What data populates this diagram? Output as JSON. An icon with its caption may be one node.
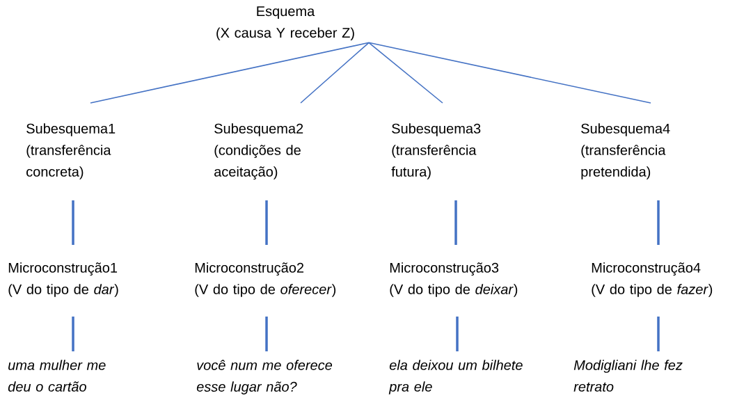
{
  "diagram": {
    "nodes": [
      {
        "text": [
          "Esquema",
          "(X causa Y receber Z)"
        ]
      },
      {
        "text": [
          "Subesquema1",
          "(transferência concreta)"
        ]
      },
      {
        "text": [
          "Subesquema2",
          "(condições de aceitação)"
        ]
      },
      {
        "text": [
          "Subesquema3",
          "(transferência futura)"
        ]
      },
      {
        "text": [
          "Subesquema4",
          "(transferência pretendida)"
        ]
      },
      {
        "text": [
          "Microconstrução1",
          "(V do tipo de *dar*)"
        ]
      },
      {
        "text": [
          "Microconstrução2",
          "(V do tipo de *oferecer*)"
        ]
      },
      {
        "text": [
          "Microconstrução3",
          "(V do tipo de *deixar*)"
        ]
      },
      {
        "text": [
          "Microconstrução4",
          "(V do tipo de *fazer*)"
        ]
      },
      {
        "text": [
          "uma mulher me deu o cartão"
        ]
      },
      {
        "text": [
          "você num me oferece esse lugar não?"
        ]
      },
      {
        "text": [
          "ela deixou um bilhete pra ele"
        ]
      },
      {
        "text": [
          "Modigliani lhe fez retrato"
        ]
      }
    ],
    "edges": [
      {
        "from": 0,
        "to": 1,
        "arrow": "none"
      },
      {
        "from": 0,
        "to": 2,
        "arrow": "none"
      },
      {
        "from": 0,
        "to": 3,
        "arrow": "none"
      },
      {
        "from": 0,
        "to": 4,
        "arrow": "none"
      },
      {
        "from": 1,
        "to": 5,
        "arrow": "none"
      },
      {
        "from": 2,
        "to": 6,
        "arrow": "none"
      },
      {
        "from": 3,
        "to": 7,
        "arrow": "none"
      },
      {
        "from": 4,
        "to": 8,
        "arrow": "none"
      },
      {
        "from": 5,
        "to": 9,
        "arrow": "none"
      },
      {
        "from": 6,
        "to": 10,
        "arrow": "none"
      },
      {
        "from": 7,
        "to": 11,
        "arrow": "none"
      },
      {
        "from": 8,
        "to": 12,
        "arrow": "none"
      }
    ]
  }
}
